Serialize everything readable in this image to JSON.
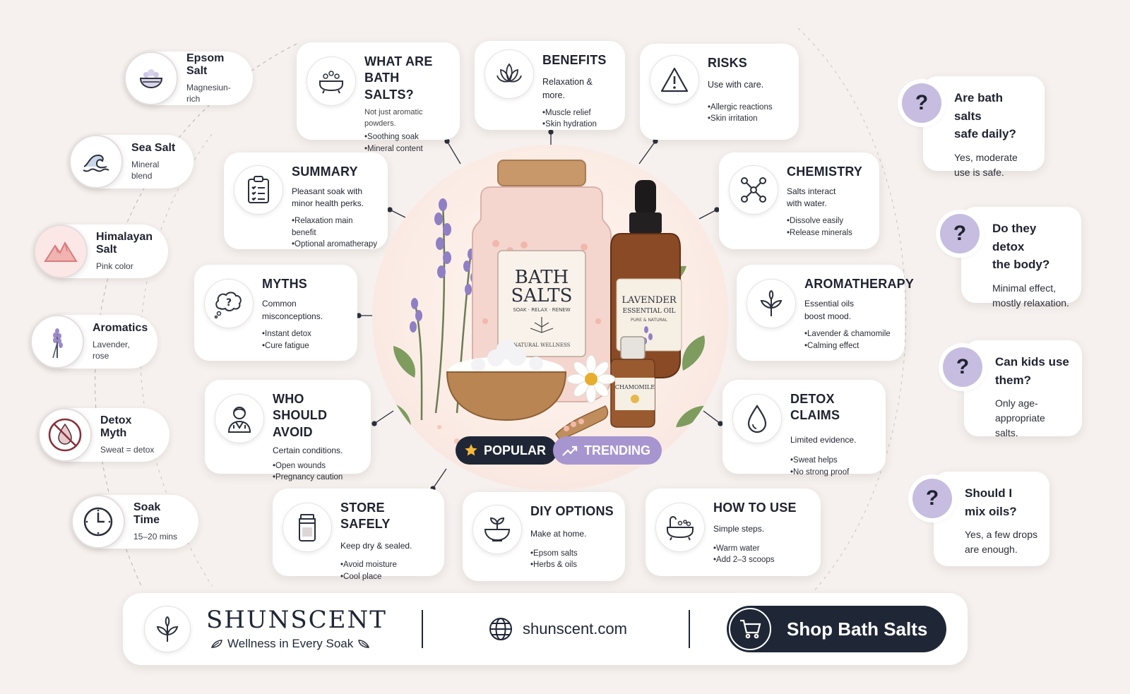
{
  "salt_types": [
    {
      "title": "Epsom Salt",
      "subtitle": "Magnesiun-rich",
      "icon": "salt-bowl-icon"
    },
    {
      "title": "Sea Salt",
      "subtitle": "Mineral blend",
      "icon": "wave-icon"
    },
    {
      "title": "Himalayan Salt",
      "subtitle": "Pink color",
      "icon": "mountain-icon"
    },
    {
      "title": "Aromatics",
      "subtitle": "Lavender, rose",
      "icon": "lavender-icon"
    },
    {
      "title": "Detox Myth",
      "subtitle": "Sweat = detox",
      "icon": "no-drop-icon"
    },
    {
      "title": "Soak Time",
      "subtitle": "15–20 mins",
      "icon": "clock-icon"
    }
  ],
  "cards": {
    "what": {
      "title_1": "WHAT ARE",
      "title_2": "BATH SALTS?",
      "desc": "Not just aromatic powders.",
      "bullets": [
        "Soothing soak",
        "Mineral content"
      ]
    },
    "benefits": {
      "title": "BENEFITS",
      "desc": "Relaxation & more.",
      "bullets": [
        "Muscle relief",
        "Skin hydration"
      ]
    },
    "risks": {
      "title": "RISKS",
      "desc": "Use with care.",
      "bullets": [
        "Allergic reactions",
        "Skin irritation"
      ]
    },
    "summary": {
      "title": "SUMMARY",
      "desc_1": "Pleasant soak with",
      "desc_2": "minor health perks.",
      "bullets": [
        "Relaxation main benefit",
        "Optional aromatherapy"
      ]
    },
    "chemistry": {
      "title": "CHEMISTRY",
      "desc_1": "Salts interact",
      "desc_2": "with water.",
      "bullets": [
        "Dissolve easily",
        "Release minerals"
      ]
    },
    "myths": {
      "title": "MYTHS",
      "desc_1": "Common",
      "desc_2": "misconceptions.",
      "bullets": [
        "Instant detox",
        "Cure fatigue"
      ]
    },
    "aromatherapy": {
      "title": "AROMATHERAPY",
      "desc_1": "Essential oils",
      "desc_2": "boost mood.",
      "bullets": [
        "Lavender & chamomile",
        "Calming effect"
      ]
    },
    "avoid": {
      "title_1": "WHO SHOULD",
      "title_2": "AVOID",
      "desc": "Certain conditions.",
      "bullets": [
        "Open wounds",
        "Pregnancy caution"
      ]
    },
    "detox": {
      "title": "DETOX CLAIMS",
      "desc": "Limited evidence.",
      "bullets": [
        "Sweat helps",
        "No strong proof"
      ]
    },
    "store": {
      "title": "STORE SAFELY",
      "desc": "Keep dry & sealed.",
      "bullets": [
        "Avoid moisture",
        "Cool place"
      ]
    },
    "diy": {
      "title": "DIY OPTIONS",
      "desc": "Make at home.",
      "bullets": [
        "Epsom salts",
        "Herbs & oils"
      ]
    },
    "howto": {
      "title": "HOW TO USE",
      "desc": "Simple steps.",
      "bullets": [
        "Warm water",
        "Add 2–3 scoops"
      ]
    }
  },
  "faqs": [
    {
      "q_1": "Are bath salts",
      "q_2": "safe daily?",
      "a_1": "Yes, moderate",
      "a_2": "use is safe."
    },
    {
      "q_1": "Do they detox",
      "q_2": "the body?",
      "a_1": "Minimal effect,",
      "a_2": "mostly relaxation."
    },
    {
      "q_1": "Can kids use",
      "q_2": "them?",
      "a_1": "Only age-",
      "a_2": "appropriate salts."
    },
    {
      "q_1": "Should I",
      "q_2": "mix oils?",
      "a_1": "Yes, a few drops",
      "a_2": "are enough."
    }
  ],
  "hero": {
    "jar_title_1": "BATH",
    "jar_title_2": "SALTS",
    "jar_tagline": "SOAK · RELAX · RENEW",
    "jar_footer": "NATURAL WELLNESS",
    "bottle_title_1": "LAVENDER",
    "bottle_title_2": "ESSENTIAL OIL",
    "bottle_sub": "PURE & NATURAL",
    "small_bottle": "CHAMOMILE"
  },
  "badges": {
    "popular": "POPULAR",
    "trending": "TRENDING"
  },
  "footer": {
    "brand": "SHUNSCENT",
    "tagline": "Wellness in Every Soak",
    "website": "shunscent.com",
    "cta": "Shop Bath Salts"
  },
  "colors": {
    "navy": "#1f2736",
    "lavender": "#a795cf",
    "background": "#f6f1ee",
    "pink_salt": "#f2b9ab"
  }
}
